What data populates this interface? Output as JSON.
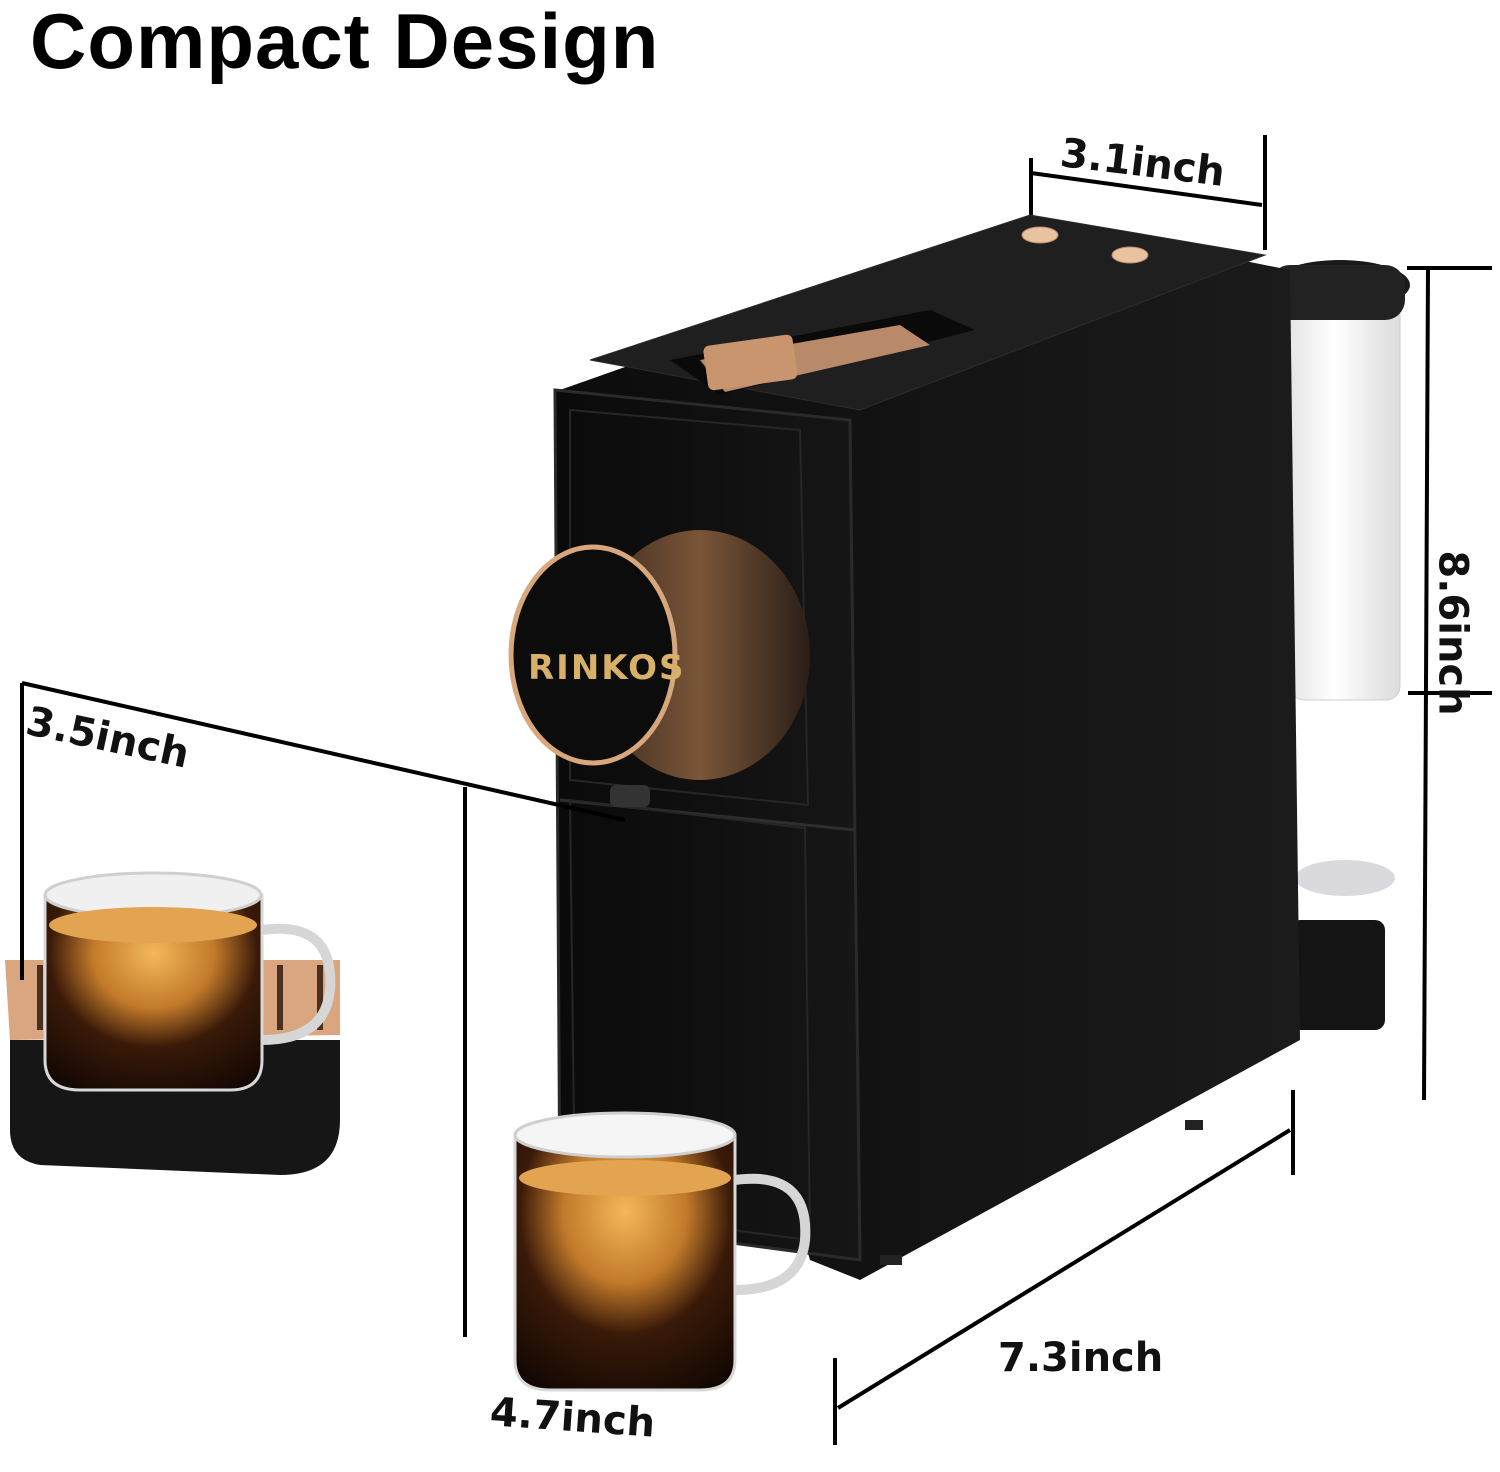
{
  "title": "Compact Design",
  "brand": {
    "logo_text": "RINKOS",
    "accent_color": "#c9a063"
  },
  "product": {
    "body_color": "#141414",
    "accent_color": "#b07a52",
    "reservoir_color": "#f2f2f2"
  },
  "dimensions": {
    "width_top": "3.1inch",
    "height": "8.6inch",
    "drip_tray_depth": "3.5inch",
    "cup_height": "4.7inch",
    "length": "7.3inch"
  }
}
